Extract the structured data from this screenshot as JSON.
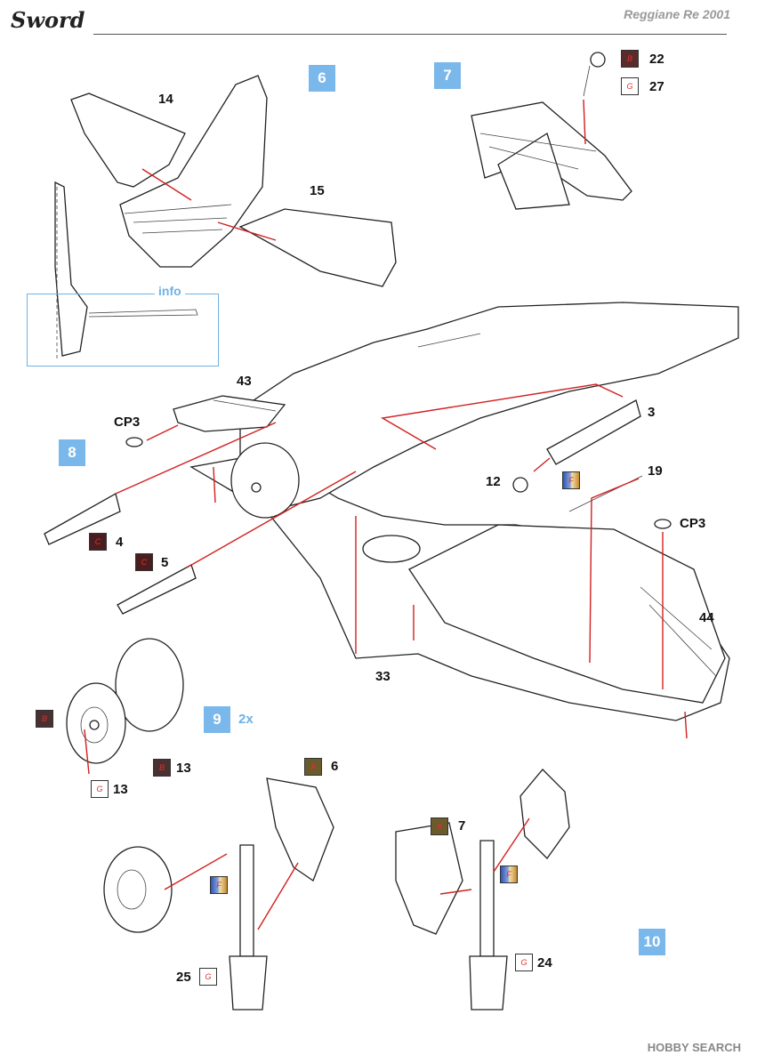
{
  "header": {
    "logo_text": "Sword",
    "model_title": "Reggiane Re 2001"
  },
  "info": {
    "title": "info"
  },
  "steps": [
    "6",
    "7",
    "8",
    "9",
    "10"
  ],
  "step9_note": "2x",
  "part_numbers": {
    "p14": "14",
    "p15": "15",
    "p22": "22",
    "p27": "27",
    "p43": "43",
    "cp3a": "CP3",
    "cp3b": "CP3",
    "p3": "3",
    "p12": "12",
    "p19": "19",
    "p4": "4",
    "p5": "5",
    "p44": "44",
    "p33": "33",
    "p13a": "13",
    "p13b": "13",
    "p6": "6",
    "p7": "7",
    "p25": "25",
    "p24": "24"
  },
  "swatches": {
    "s22": {
      "letter": "B",
      "color": "#5a2b2b"
    },
    "s27": {
      "letter": "G",
      "color": "#ffffff"
    },
    "s4": {
      "letter": "C",
      "color": "#4a1e1e"
    },
    "s5": {
      "letter": "C",
      "color": "#4a1e1e"
    },
    "s13a": {
      "letter": "B",
      "color": "#4a3030"
    },
    "s13b": {
      "letter": "B",
      "color": "#4a3030"
    },
    "s13g": {
      "letter": "G",
      "color": "#ffffff"
    },
    "s6": {
      "letter": "A",
      "color": "#6b5a2c"
    },
    "s7": {
      "letter": "A",
      "color": "#6b5a2c"
    },
    "s25": {
      "letter": "G",
      "color": "#ffffff"
    },
    "s24": {
      "letter": "G",
      "color": "#ffffff"
    },
    "sF1": {
      "letter": "F",
      "color": "#b08a50"
    },
    "sF2": {
      "letter": "F",
      "color": "#b08a50"
    },
    "sF3": {
      "letter": "F",
      "color": "#b08a50"
    }
  },
  "watermark": "HOBBY SEARCH",
  "colors": {
    "step_blue": "#7ab7ea",
    "arrow_red": "#d21f1f",
    "info_blue": "#6fb2e4"
  }
}
